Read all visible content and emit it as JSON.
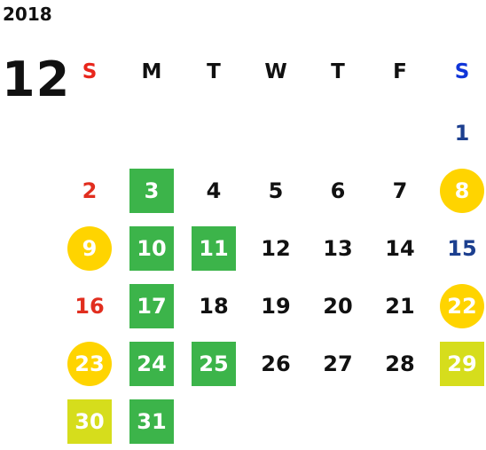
{
  "year": "2018",
  "month": "12",
  "colors": {
    "sunday": "#e12e1f",
    "saturday": "#1c3f8f",
    "green": "#3cb44a",
    "lime": "#d6dd1c",
    "yellow": "#ffd400"
  },
  "weekdays": [
    {
      "label": "S",
      "color": "#e8261c"
    },
    {
      "label": "M",
      "color": "#111111"
    },
    {
      "label": "T",
      "color": "#111111"
    },
    {
      "label": "W",
      "color": "#111111"
    },
    {
      "label": "T",
      "color": "#111111"
    },
    {
      "label": "F",
      "color": "#111111"
    },
    {
      "label": "S",
      "color": "#1035d8"
    }
  ],
  "weeks": [
    [
      {
        "day": ""
      },
      {
        "day": ""
      },
      {
        "day": ""
      },
      {
        "day": ""
      },
      {
        "day": ""
      },
      {
        "day": ""
      },
      {
        "day": "1"
      }
    ],
    [
      {
        "day": "2"
      },
      {
        "day": "3",
        "style": "green"
      },
      {
        "day": "4"
      },
      {
        "day": "5"
      },
      {
        "day": "6"
      },
      {
        "day": "7"
      },
      {
        "day": "8",
        "style": "circle"
      }
    ],
    [
      {
        "day": "9",
        "style": "circle"
      },
      {
        "day": "10",
        "style": "green"
      },
      {
        "day": "11",
        "style": "green"
      },
      {
        "day": "12"
      },
      {
        "day": "13"
      },
      {
        "day": "14"
      },
      {
        "day": "15"
      }
    ],
    [
      {
        "day": "16"
      },
      {
        "day": "17",
        "style": "green"
      },
      {
        "day": "18"
      },
      {
        "day": "19"
      },
      {
        "day": "20"
      },
      {
        "day": "21"
      },
      {
        "day": "22",
        "style": "circle"
      }
    ],
    [
      {
        "day": "23",
        "style": "circle"
      },
      {
        "day": "24",
        "style": "green"
      },
      {
        "day": "25",
        "style": "green"
      },
      {
        "day": "26"
      },
      {
        "day": "27"
      },
      {
        "day": "28"
      },
      {
        "day": "29",
        "style": "lime"
      }
    ],
    [
      {
        "day": "30",
        "style": "lime"
      },
      {
        "day": "31",
        "style": "green"
      },
      {
        "day": ""
      },
      {
        "day": ""
      },
      {
        "day": ""
      },
      {
        "day": ""
      },
      {
        "day": ""
      }
    ]
  ]
}
